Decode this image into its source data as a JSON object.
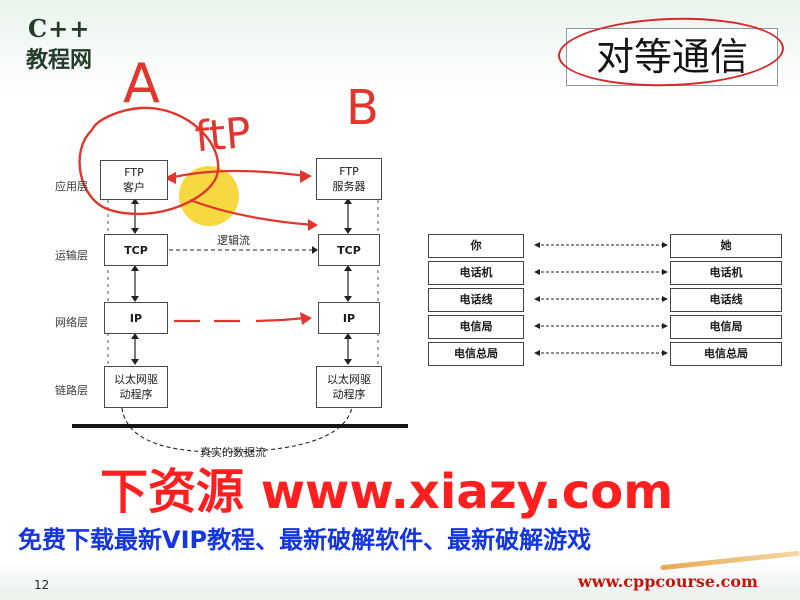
{
  "slide": {
    "logo_top": "C++",
    "logo_bottom": "教程网",
    "title": "对等通信",
    "page_number": "12",
    "footer_url": "www.cppcourse.com"
  },
  "annotations": {
    "a": "A",
    "b": "B",
    "ftp": "ftP"
  },
  "diagram": {
    "layers": [
      "应用层",
      "运输层",
      "网络层",
      "链路层"
    ],
    "client": {
      "app": [
        "FTP",
        "客户"
      ],
      "transport": "TCP",
      "network": "IP",
      "link": [
        "以太网驱",
        "动程序"
      ]
    },
    "server": {
      "app": [
        "FTP",
        "服务器"
      ],
      "transport": "TCP",
      "network": "IP",
      "link": [
        "以太网驱",
        "动程序"
      ]
    },
    "logical_flow_label": "逻辑流",
    "real_flow_label": "真实的数据流"
  },
  "analogy_table": {
    "left": [
      "你",
      "电话机",
      "电话线",
      "电信局",
      "电信总局"
    ],
    "right": [
      "她",
      "电话机",
      "电话线",
      "电信局",
      "电信总局"
    ]
  },
  "watermark": {
    "main": "下资源 www.xiazy.com",
    "sub": "免费下载最新VIP教程、最新破解软件、最新破解游戏"
  },
  "colors": {
    "annotation_red": "#e0362d",
    "watermark_red": "#ff1f1f",
    "watermark_blue": "#1436e0",
    "highlight_yellow": "#f4d21f"
  }
}
